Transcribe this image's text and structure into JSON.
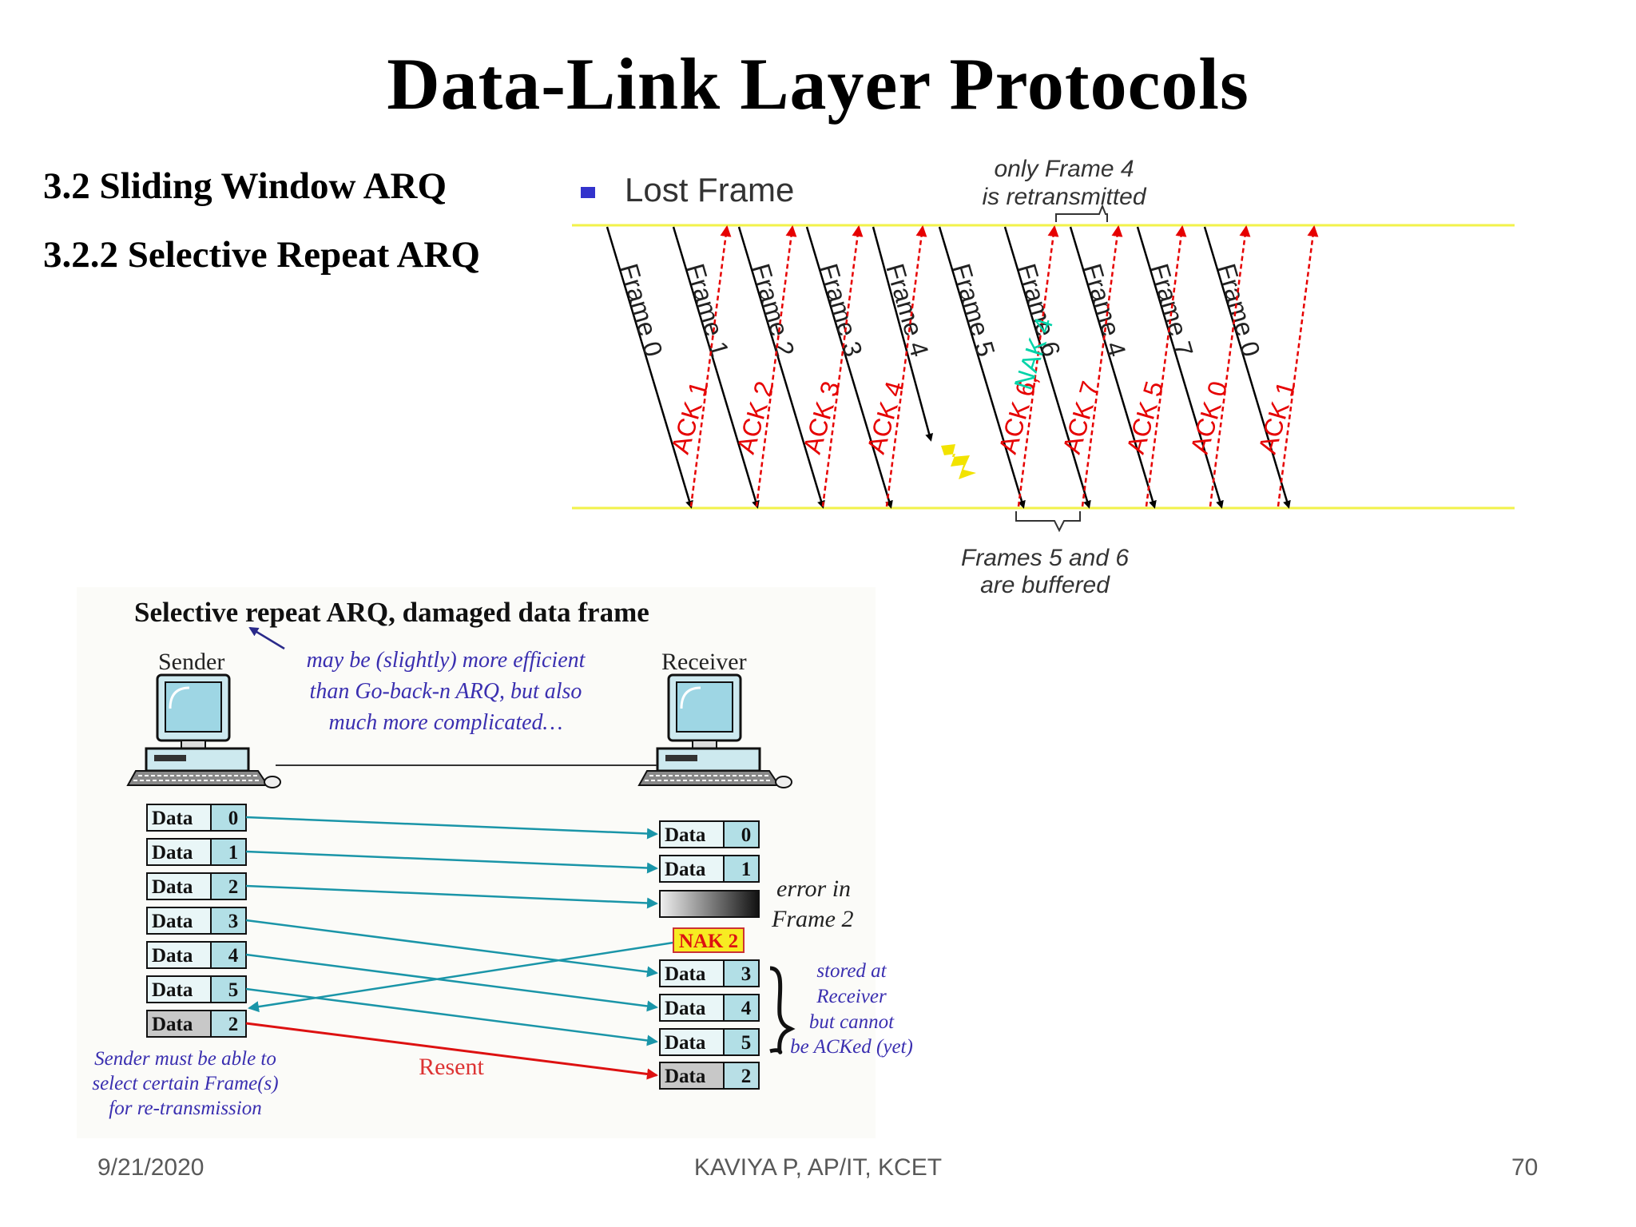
{
  "slide": {
    "title": "Data-Link Layer Protocols",
    "section": "3.2  Sliding Window ARQ",
    "subsection": "3.2.2 Selective Repeat ARQ"
  },
  "lost_frame": {
    "heading": "Lost Frame",
    "note_top": [
      "only Frame 4",
      "is retransmitted"
    ],
    "note_bottom": [
      "Frames 5 and 6",
      "are buffered"
    ],
    "frames": [
      "Frame 0",
      "Frame 1",
      "Frame 2",
      "Frame 3",
      "Frame 4",
      "Frame 5",
      "Frame 6",
      "Frame 4",
      "Frame 7",
      "Frame 0"
    ],
    "acks": [
      "ACK 1",
      "ACK 2",
      "ACK 3",
      "ACK 4",
      "ACK 6,",
      "ACK 7",
      "ACK 5",
      "ACK 0",
      "ACK 1"
    ],
    "nak": "NAK 4",
    "colors": {
      "line": "#f2f24a",
      "frame": "#000000",
      "ack": "#e60000",
      "nak": "#00d3a8",
      "bullet": "#3333cc"
    }
  },
  "damaged": {
    "title": "Selective repeat ARQ, damaged data frame",
    "sender": "Sender",
    "receiver": "Receiver",
    "note": [
      "may be (slightly) more efficient",
      "than Go-back-n ARQ, but also",
      "much more complicated…"
    ],
    "data_label": "Data",
    "sender_frames": [
      "0",
      "1",
      "2",
      "3",
      "4",
      "5",
      "2"
    ],
    "receiver_frames": [
      "0",
      "1",
      "",
      "3",
      "4",
      "5",
      "2"
    ],
    "error_note": [
      "error in",
      "Frame 2"
    ],
    "nak": "NAK 2",
    "stored_note": [
      "stored at",
      "Receiver",
      "but cannot",
      "be ACKed (yet)"
    ],
    "resent": "Resent",
    "sender_note": [
      "Sender must be able to",
      "select certain Frame(s)",
      "for re-transmission"
    ]
  },
  "footer": {
    "date": "9/21/2020",
    "author": "KAVIYA P, AP/IT, KCET",
    "page": "70"
  }
}
